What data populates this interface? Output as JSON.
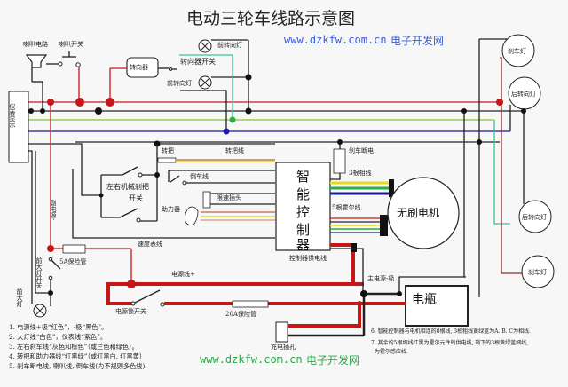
{
  "title": "电动三轮车线路示意图",
  "watermark": {
    "url": "www.dzkfw.com.cn",
    "site": "电子开发网"
  },
  "components": {
    "horn": "喇叭电路",
    "horn_switch": "喇叭开关",
    "dashboard": "仪表显示",
    "turn_relay": "转向器",
    "turn_switch": "转向器开关",
    "front_turn_light_top": "前转向灯",
    "front_turn_light_bottom": "前转向灯",
    "brake_lever_switch": "左右机械刹把",
    "brake_lever_switch_2": "开关",
    "throttle": "转把",
    "throttle_wire": "转把线",
    "reverse_wire": "倒车线",
    "speed_limit_plug": "限速插头",
    "power_assist": "助力器",
    "speedometer_wire": "速度表线",
    "aux_power": "副电源-",
    "headlight_switch": "前大灯开关",
    "headlight": "前大灯",
    "fuse_5a": "5A保险管",
    "power_wire": "电源线+",
    "key_switch": "电源锁开关",
    "fuse_20a": "20A保险管",
    "controller": "智能控制器",
    "brake_cutoff": "刹车断电",
    "phase_wires": "3根相线",
    "hall_wires": "5根霍尔线",
    "motor": "无刷电机",
    "controller_power": "控制器供电线",
    "main_negative": "主电源-极",
    "battery": "电瓶",
    "charge_port": "充电插孔",
    "brake_light_top": "刹车灯",
    "rear_turn_top": "后转向灯",
    "rear_turn_bottom": "后转向灯",
    "brake_light_bottom": "刹车灯"
  },
  "notes_left": [
    "1. 电源线+极“红色”，-极“黑色”。",
    "2. 大灯线“白色”，仪表线“紫色”。",
    "3. 左右刹车线“灰色和棕色”（或兰色和绿色）。",
    "4. 转把和助力器线“红黑绿”（或红黑白. 红黑黄）",
    "5. 刹车断电线, 喇叭线, 倒车线(为不规则多色线)."
  ],
  "notes_right": [
    "6. 智能控制器与电机相连的8根线, 3根粗线黄绿蓝为A. B. C为相线.",
    "7. 其余的5根细线红黑为霍尔元件的供电线, 剩下的3根黄绿蓝细线,",
    "为霍尔感应线."
  ],
  "colors": {
    "red": "#c41818",
    "black": "#222222",
    "green": "#35c3a0",
    "blue": "#1a1a8a",
    "yellow": "#e8d820",
    "watermark": "#3a5ed8"
  }
}
